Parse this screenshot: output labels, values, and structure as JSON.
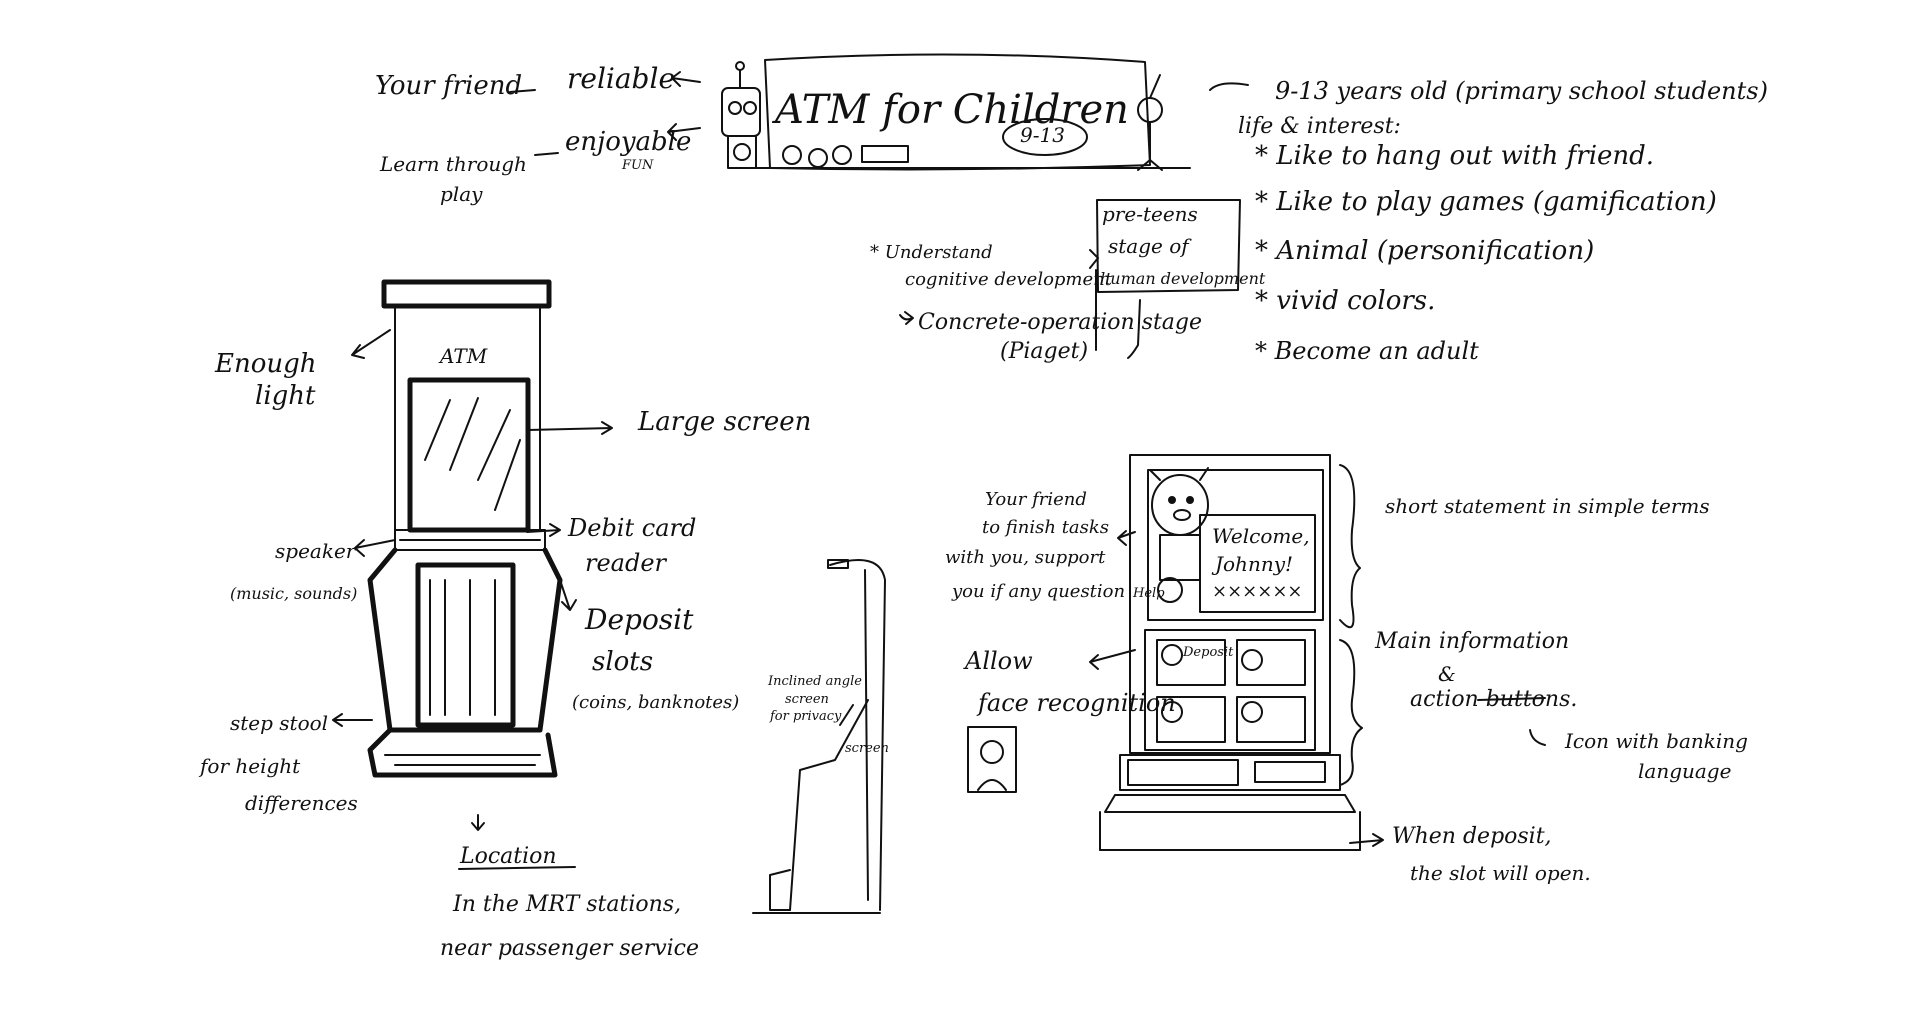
{
  "top": {
    "title": "ATM for Children",
    "age_badge": "9-13",
    "your_friend": "Your friend",
    "reliable": "reliable",
    "enjoyable": "enjoyable",
    "fun": "FUN",
    "learn_through": "Learn through",
    "play": "play"
  },
  "audience": {
    "age_line": "9-13 years old (primary school students)",
    "life_interest": "life & interest:",
    "bullets": [
      "Like to hang out with friend.",
      "Like to play games (gamification)",
      "Animal (personification)",
      "vivid colors.",
      "Become an adult"
    ],
    "preteens": "pre-teens",
    "stage_of": "stage of",
    "human_development": "human development",
    "understand": "Understand",
    "cognitive_development": "cognitive development",
    "concrete_operation": "Concrete-operation stage",
    "piaget": "(Piaget)"
  },
  "machine": {
    "atm_label": "ATM",
    "enough": "Enough",
    "light": "light",
    "large_screen": "Large screen",
    "debit_card": "Debit card",
    "reader": "reader",
    "speaker": "speaker",
    "music_sounds": "(music, sounds)",
    "deposit": "Deposit",
    "slots": "slots",
    "coins_banknotes": "(coins, banknotes)",
    "step_stool": "step stool",
    "for_height": "for height",
    "differences": "differences",
    "location": "Location",
    "mrt_line1": "In the MRT stations,",
    "mrt_line2": "near passenger service"
  },
  "side_view": {
    "inclined1": "Inclined angle",
    "inclined2": "screen",
    "inclined3": "for privacy",
    "screen": "screen"
  },
  "ui_sketch": {
    "friend_note": [
      "Your friend",
      "to finish tasks",
      "with you, support",
      "you if any question"
    ],
    "help": "Help",
    "welcome": "Welcome,",
    "name": "Johnny!",
    "pin": "××××××",
    "deposit_btn": "Deposit",
    "allow": "Allow",
    "face_recognition": "face recognition",
    "short_statement": "short statement in simple terms",
    "main_info": "Main information",
    "amp": "&",
    "action_buttons": "action buttons.",
    "icon_with": "Icon with banking",
    "language": "language",
    "when_deposit": "When deposit,",
    "slot_open": "the slot will open."
  }
}
